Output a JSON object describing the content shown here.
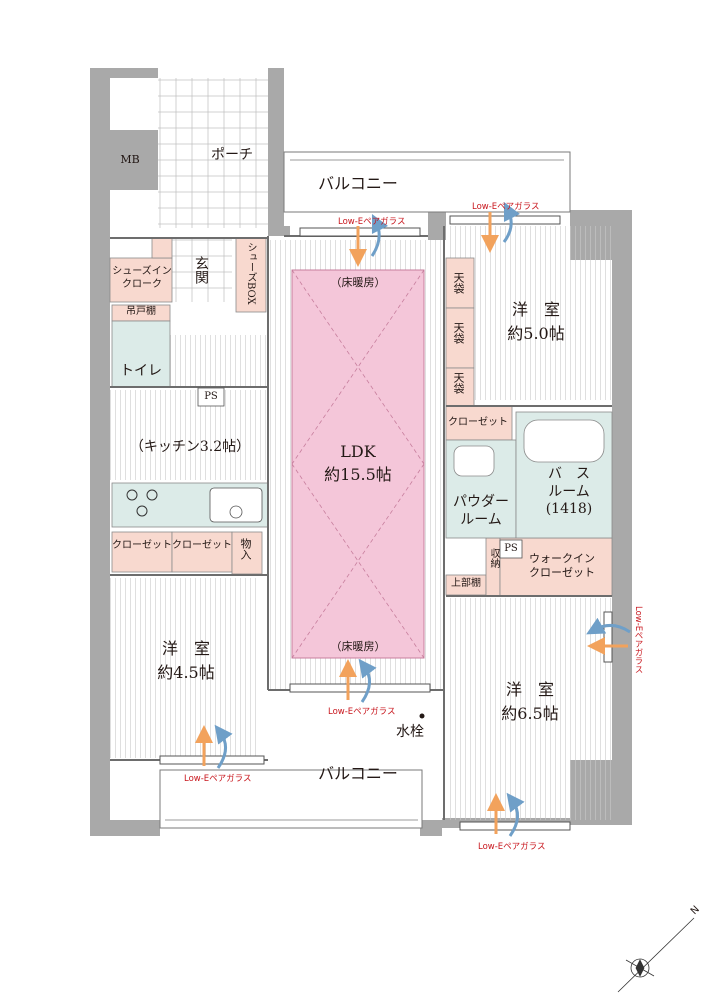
{
  "rooms": {
    "porch": "ポーチ",
    "mb": "MB",
    "balcony_top": "バルコニー",
    "balcony_bottom": "バルコニー",
    "entrance": "玄関",
    "shoe_in_cloak": "シューズイン\nクローク",
    "shoe_box": "シューズBOX",
    "hanging_shelf": "吊戸棚",
    "toilet": "トイレ",
    "ps_top": "PS",
    "ps_mid": "PS",
    "kitchen": "（キッチン3.2帖）",
    "ldk_name": "LDK",
    "ldk_size": "約15.5帖",
    "floor_heating_top": "（床暖房）",
    "floor_heating_bottom": "（床暖房）",
    "bedroom_ne_name": "洋　室",
    "bedroom_ne_size": "約5.0帖",
    "ceiling_storage_1": "天袋",
    "ceiling_storage_2": "天袋",
    "ceiling_storage_3": "天袋",
    "closet_ne": "クローゼット",
    "powder_room": "パウダー\nルーム",
    "bathroom": "バ　ス\nルーム\n(1418)",
    "upper_shelf": "上部棚",
    "storage": "収納",
    "walk_in_closet": "ウォークイン\nクローゼット",
    "closet_sw_1": "クローゼット",
    "closet_sw_2": "クローゼット",
    "storage_sw": "物入",
    "bedroom_sw_name": "洋　室",
    "bedroom_sw_size": "約4.5帖",
    "bedroom_se_name": "洋　室",
    "bedroom_se_size": "約6.5帖",
    "water_tap": "水栓"
  },
  "glass_labels": {
    "top_center": "Low-Eペアガラス",
    "top_right": "Low-Eペアガラス",
    "right_side": "Low-Eペアガラス",
    "ldk_bottom": "Low-Eペアガラス",
    "sw_bottom": "Low-Eペアガラス",
    "se_bottom": "Low-Eペアガラス"
  },
  "compass": {
    "north": "N"
  },
  "colors": {
    "wall": "#a9a9a9",
    "floor_heating": "#f4c6d9",
    "storage_fill": "#f8d9cf",
    "wet_area": "#dcebe8",
    "glass_red": "#c8161d",
    "arrow_orange": "#f2a25c",
    "arrow_blue": "#6f9fc8"
  }
}
